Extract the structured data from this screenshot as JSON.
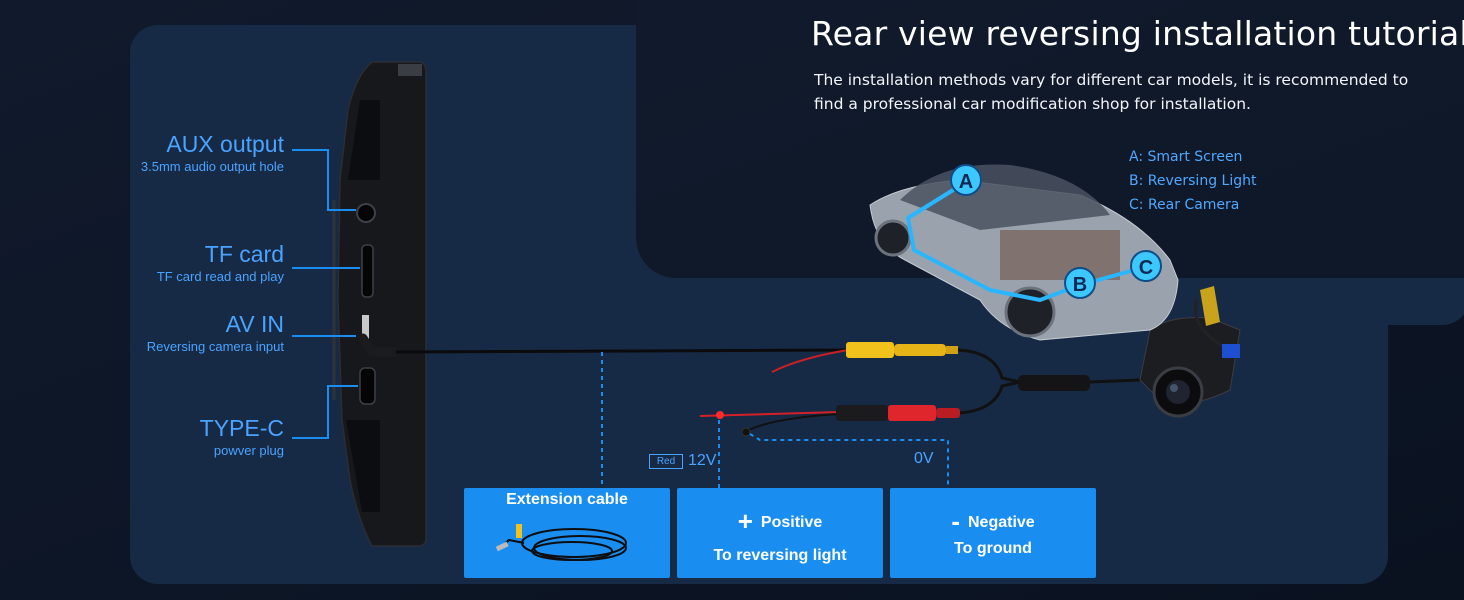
{
  "title": "Rear view reversing installation tutorial",
  "subtitle": "The installation methods vary for different car models, it is recommended to find a professional car modification shop for installation.",
  "legend": {
    "a": "A: Smart Screen",
    "b": "B: Reversing Light",
    "c": "C: Rear Camera"
  },
  "car_markers": {
    "a": "A",
    "b": "B",
    "c": "C"
  },
  "ports": [
    {
      "label": "AUX output",
      "desc": "3.5mm audio output hole"
    },
    {
      "label": "TF card",
      "desc": "TF card read and play"
    },
    {
      "label": "AV IN",
      "desc": "Reversing camera input"
    },
    {
      "label": "TYPE-C",
      "desc": "powver plug"
    }
  ],
  "wires": {
    "red_tag": "Red",
    "positive_voltage": "12V",
    "ground_voltage": "0V"
  },
  "boxes": {
    "extension": {
      "title": "Extension cable"
    },
    "positive": {
      "sign": "+",
      "title": "Positive",
      "line": "To reversing light"
    },
    "negative": {
      "sign": "-",
      "title": "Negative",
      "line": "To ground"
    }
  },
  "colors": {
    "accent_blue": "#1a8ef0",
    "label_blue": "#4aa3ff",
    "panel": "#172a45",
    "yellow_plug": "#f1c21b",
    "red_plug": "#e0262d"
  }
}
